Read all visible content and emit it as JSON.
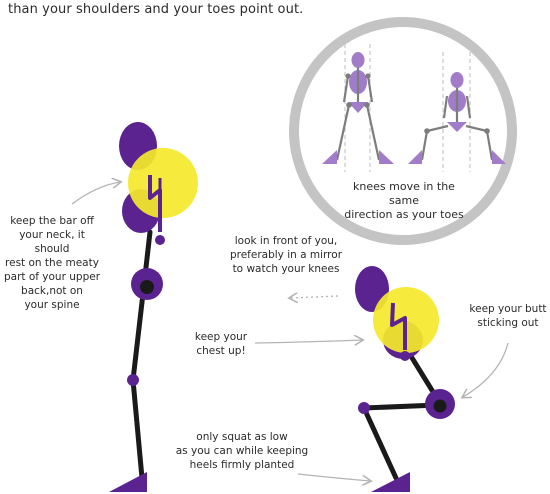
{
  "header": {
    "text": "than your shoulders and your toes point out."
  },
  "circle_inset": {
    "caption": "knees move in the same\ndirection as your toes"
  },
  "annotations": {
    "bar_off_neck": "keep the bar off\nyour neck, it should\nrest on the meaty\npart of your upper\nback,not on\nyour spine",
    "look_front": "look in front of you,\npreferably in a mirror\nto watch your knees",
    "chest_up": "keep your\nchest up!",
    "butt_out": "keep your butt\nsticking out",
    "squat_low": "only squat as low\nas you can while keeping\nheels firmly planted"
  },
  "colors": {
    "figure_purple": "#5b2390",
    "inset_purple": "#a07cc9",
    "highlight_yellow": "#f5e92b",
    "limb_black": "#1a1a1a",
    "ring_grey": "#c4c4c4",
    "arrow_grey": "#b4b4b4",
    "text": "#2b2b2b"
  }
}
